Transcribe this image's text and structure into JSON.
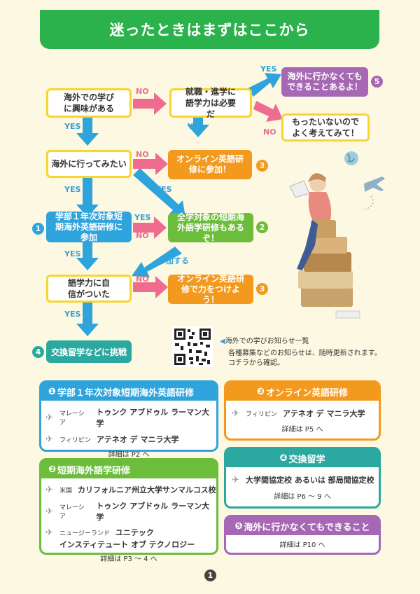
{
  "title": "迷ったときはまずはここから",
  "flow": {
    "q1": "海外での学びに興味がある",
    "q2": "就職・進学に語学力は必要だ",
    "q3": "海外に行ってみたい",
    "q4": "語学力に自信がついた",
    "r5": "海外に行かなくてもできることあるよ！",
    "r_mottainai": "もったいないのでよく考えてみて！",
    "r3a": "オンライン英語研修に参加！",
    "r1": "学部１年次対象短期海外英語研修に参加",
    "r2": "全学対象の短期海外語学研修もあるぞ！",
    "r3b": "オンライン英語研修で力をつけよう！",
    "r4": "交換留学などに挑戦",
    "sanka": "参加する",
    "yes": "YES",
    "no": "NO",
    "n1": "1",
    "n2": "2",
    "n3": "3",
    "n4": "4",
    "n5": "5"
  },
  "qr": {
    "heading": "海外での学びお知らせ一覧",
    "desc1": "各種募集などのお知らせは、随時更新されます。",
    "desc2": "コチラから確認。"
  },
  "cards": {
    "c1": {
      "title": "学部１年次対象短期海外英語研修",
      "rows": [
        {
          "country": "マレーシア",
          "name": "トゥンク アブドゥル ラーマン大学"
        },
        {
          "country": "フィリピン",
          "name": "アテネオ デ マニラ大学"
        }
      ],
      "detail": "詳細は P2 へ"
    },
    "c2": {
      "title": "短期海外語学研修",
      "rows": [
        {
          "country": "米国",
          "name": "カリフォルニア州立大学サンマルコス校"
        },
        {
          "country": "マレーシア",
          "name": "トゥンク アブドゥル ラーマン大学"
        },
        {
          "country": "ニュージーランド",
          "name": "ユニテック"
        }
      ],
      "row3b": "インスティテュート オブ テクノロジー",
      "detail": "詳細は P3 ～ 4 へ"
    },
    "c3": {
      "title": "オンライン英語研修",
      "rows": [
        {
          "country": "フィリピン",
          "name": "アテネオ デ マニラ大学"
        }
      ],
      "detail": "詳細は P5 へ"
    },
    "c4": {
      "title": "交換留学",
      "rows": [
        {
          "country": "",
          "name": "大学間協定校 あるいは 部局間協定校"
        }
      ],
      "detail": "詳細は P6 ～ 9 へ"
    },
    "c5": {
      "title": "海外に行かなくてもできること",
      "detail": "詳細は P10 へ"
    }
  },
  "page_number": "1",
  "colors": {
    "green": "#2bb24c",
    "orange": "#f39a1e",
    "blue": "#2fa3dc",
    "lightgreen": "#6cbd3c",
    "purple": "#a668b4",
    "teal": "#2ba9a0",
    "yellow": "#f7d52a",
    "pink": "#ee6c8f"
  }
}
